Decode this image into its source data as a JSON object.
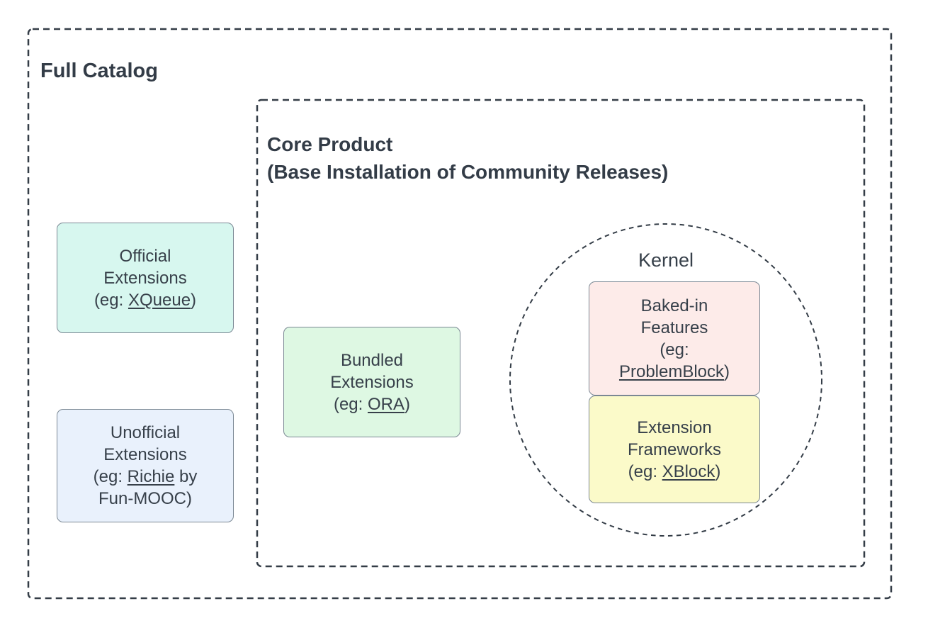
{
  "diagram": {
    "full_catalog": {
      "title": "Full Catalog"
    },
    "core_product": {
      "title_line1": "Core Product",
      "title_line2": "(Base Installation of Community Releases)"
    },
    "kernel": {
      "label": "Kernel"
    },
    "boxes": {
      "official": {
        "line1": "Official",
        "line2": "Extensions",
        "eg_prefix": "(eg: ",
        "link": "XQueue",
        "eg_suffix": ")",
        "fill": "#d7f7ef"
      },
      "unofficial": {
        "line1": "Unofficial",
        "line2": "Extensions",
        "eg_prefix": "(eg: ",
        "link": "Richie",
        "eg_mid": " by",
        "line4": "Fun-MOOC)",
        "fill": "#e9f1fc"
      },
      "bundled": {
        "line1": "Bundled",
        "line2": "Extensions",
        "eg_prefix": "(eg: ",
        "link": "ORA",
        "eg_suffix": ")",
        "fill": "#def8e3"
      },
      "baked_in": {
        "line1": "Baked-in",
        "line2": "Features",
        "line3": "(eg:",
        "link": "ProblemBlock",
        "eg_suffix": ")",
        "fill": "#fdebe9"
      },
      "frameworks": {
        "line1": "Extension",
        "line2": "Frameworks",
        "eg_prefix": "(eg: ",
        "link": "XBlock",
        "eg_suffix": ")",
        "fill": "#fbfac9"
      }
    },
    "colors": {
      "text": "#37404a",
      "title_text": "#333c47",
      "dash_stroke": "#343d47",
      "box_border": "#7b8894"
    }
  }
}
